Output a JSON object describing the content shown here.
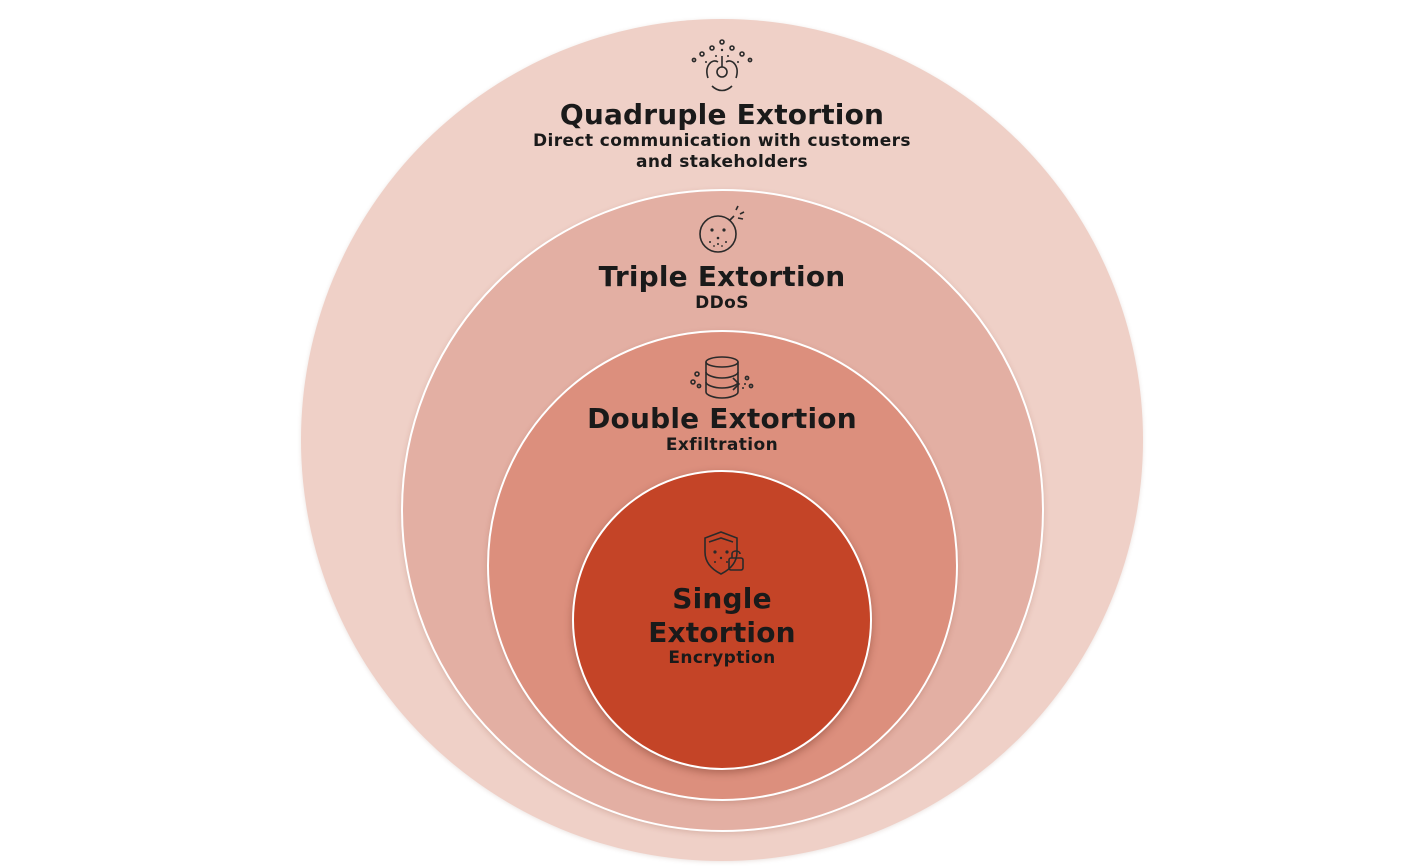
{
  "colors": {
    "quadruple": "#efd0c7",
    "triple": "#e3afa3",
    "double": "#dc8f7d",
    "single": "#c44427"
  },
  "levels": {
    "quadruple": {
      "title": "Quadruple Extortion",
      "subtitle_line1": "Direct communication with customers",
      "subtitle_line2": "and stakeholders",
      "icon": "biohazard-icon"
    },
    "triple": {
      "title": "Triple Extortion",
      "subtitle": "DDoS",
      "icon": "bomb-icon"
    },
    "double": {
      "title": "Double Extortion",
      "subtitle": "Exfiltration",
      "icon": "database-icon"
    },
    "single": {
      "title_line1": "Single",
      "title_line2": "Extortion",
      "subtitle": "Encryption",
      "icon": "shield-lock-icon"
    }
  }
}
